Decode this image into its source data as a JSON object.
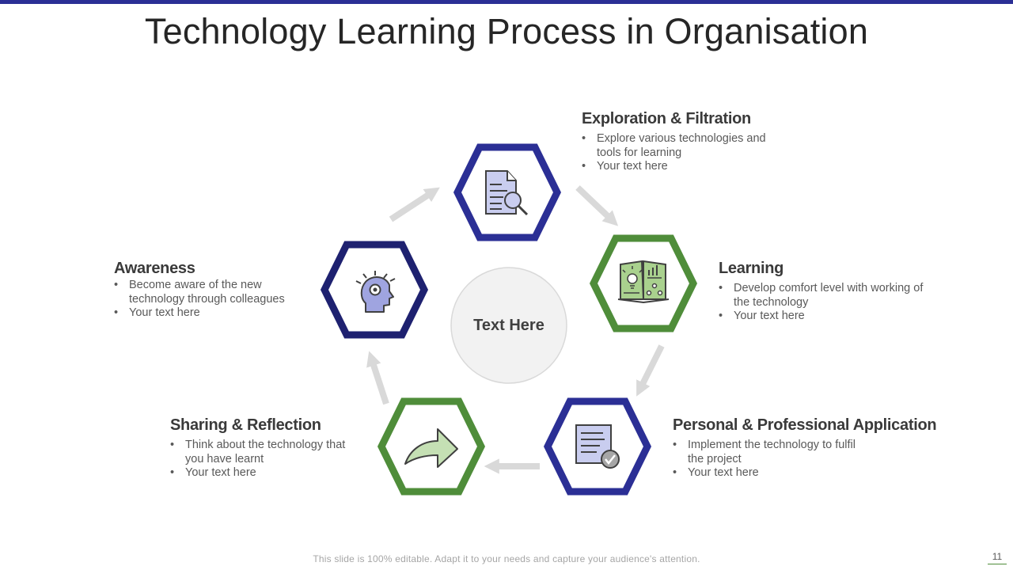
{
  "title": "Technology Learning Process in Organisation",
  "colors": {
    "accent_blue": "#2b2f95",
    "accent_navy": "#1e2170",
    "accent_green": "#4f8d3a",
    "arrow_gray": "#d9d9d9",
    "center_fill": "#f2f2f2",
    "center_stroke": "#d9d9d9"
  },
  "center": {
    "label": "Text Here"
  },
  "stages": [
    {
      "title": "Exploration & Filtration",
      "icon": "document-search-icon",
      "bullets": [
        "Explore various technologies and tools for learning",
        "Your text here"
      ]
    },
    {
      "title": "Learning",
      "icon": "open-book-icon",
      "bullets": [
        "Develop comfort level with working of the technology",
        "Your text here"
      ]
    },
    {
      "title": "Personal & Professional Application",
      "icon": "document-check-icon",
      "bullets": [
        "Implement the technology to fulfil the project",
        "Your text here"
      ]
    },
    {
      "title": "Sharing & Reflection",
      "icon": "share-arrow-icon",
      "bullets": [
        "Think about the technology that you have learnt",
        "Your text here"
      ]
    },
    {
      "title": "Awareness",
      "icon": "head-idea-icon",
      "bullets": [
        "Become aware of the new technology through colleagues",
        "Your text here"
      ]
    }
  ],
  "footer": {
    "note": "This slide is 100% editable. Adapt it to your needs and capture your audience's attention.",
    "page_number": "11"
  }
}
